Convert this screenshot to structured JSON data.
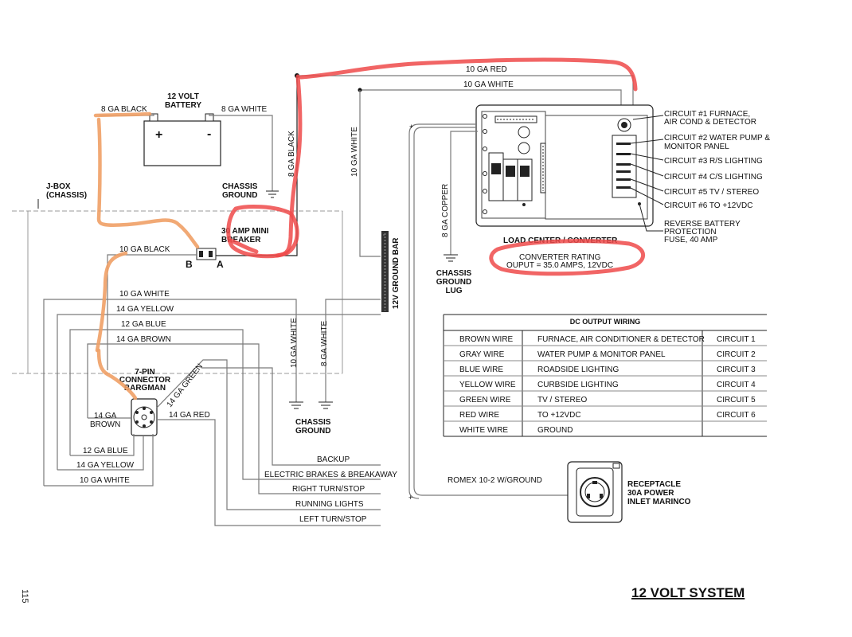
{
  "page_number": "115",
  "title": "12 VOLT SYSTEM",
  "battery": {
    "label_line1": "12 VOLT",
    "label_line2": "BATTERY",
    "plus": "+",
    "minus": "-",
    "left_wire": "8 GA BLACK",
    "right_wire": "8 GA WHITE"
  },
  "chassis_ground_1": {
    "line1": "CHASSIS",
    "line2": "GROUND"
  },
  "chassis_ground_2": {
    "line1": "CHASSIS",
    "line2": "GROUND"
  },
  "chassis_ground_lug": {
    "line1": "CHASSIS",
    "line2": "GROUND",
    "line3": "LUG"
  },
  "jbox": {
    "line1": "J-BOX",
    "line2": "(CHASSIS)"
  },
  "breaker": {
    "line1": "30 AMP MINI",
    "line2": "BREAKER",
    "term_b": "B",
    "term_a": "A"
  },
  "wires": {
    "ga10_red": "10 GA  RED",
    "ga10_white_top": "10 GA WHITE",
    "ga8_black_vert": "8 GA BLACK",
    "ga10_white_vert": "10 GA WHITE",
    "ga10_black": "10 GA BLACK",
    "ga10_white": "10 GA WHITE",
    "ga14_yellow": "14 GA YELLOW",
    "ga12_blue": "12 GA BLUE",
    "ga14_brown": "14 GA BROWN",
    "ga10_white_v2": "10 GA WHITE",
    "ga8_white_v": "8 GA WHITE",
    "ga8_copper": "8 GA COPPER",
    "ground_bar": "12V GROUND BAR",
    "ga14_green": "14 GA GREEN",
    "ga14_red": "14 GA RED",
    "ga14_brown_l1": "14 GA",
    "ga14_brown_l2": "BROWN",
    "ga12_blue_b": "12 GA BLUE",
    "ga14_yellow_b": "14 GA YELLOW",
    "ga10_white_b": "10 GA WHITE",
    "romex": "ROMEX 10-2 W/GROUND"
  },
  "connector": {
    "line1": "7-PIN",
    "line2": "CONNECTOR",
    "line3": "BARGMAN"
  },
  "trailer_functions": [
    "BACKUP",
    "ELECTRIC BRAKES & BREAKAWAY",
    "RIGHT TURN/STOP",
    "RUNNING LIGHTS",
    "LEFT TURN/STOP"
  ],
  "load_center": {
    "title": "LOAD CENTER / CONVERTER",
    "rating_line1": "CONVERTER RATING",
    "rating_line2": "OUPUT = 35.0 AMPS, 12VDC"
  },
  "circuits": [
    {
      "line1": "CIRCUIT #1 FURNACE,",
      "line2": "AIR COND & DETECTOR"
    },
    {
      "line1": "CIRCUIT #2 WATER PUMP &",
      "line2": "MONITOR PANEL"
    },
    {
      "line1": "CIRCUIT #3 R/S LIGHTING",
      "line2": ""
    },
    {
      "line1": "CIRCUIT #4 C/S LIGHTING",
      "line2": ""
    },
    {
      "line1": "CIRCUIT #5 TV / STEREO",
      "line2": ""
    },
    {
      "line1": "CIRCUIT #6 TO +12VDC",
      "line2": ""
    },
    {
      "line1": "REVERSE BATTERY",
      "line2": "PROTECTION",
      "line3": "FUSE, 40 AMP"
    }
  ],
  "dc_table": {
    "title": "DC OUTPUT WIRING",
    "rows": [
      [
        "BROWN WIRE",
        "FURNACE, AIR CONDITIONER & DETECTOR",
        "CIRCUIT 1"
      ],
      [
        "GRAY WIRE",
        "WATER PUMP & MONITOR PANEL",
        "CIRCUIT 2"
      ],
      [
        "BLUE WIRE",
        "ROADSIDE LIGHTING",
        "CIRCUIT 3"
      ],
      [
        "YELLOW WIRE",
        "CURBSIDE LIGHTING",
        "CIRCUIT 4"
      ],
      [
        "GREEN WIRE",
        "TV / STEREO",
        "CIRCUIT 5"
      ],
      [
        "RED WIRE",
        "TO +12VDC",
        "CIRCUIT 6"
      ],
      [
        "WHITE WIRE",
        "GROUND",
        ""
      ]
    ]
  },
  "receptacle": {
    "line1": "RECEPTACLE",
    "line2": "30A POWER",
    "line3": "INLET MARINCO"
  }
}
